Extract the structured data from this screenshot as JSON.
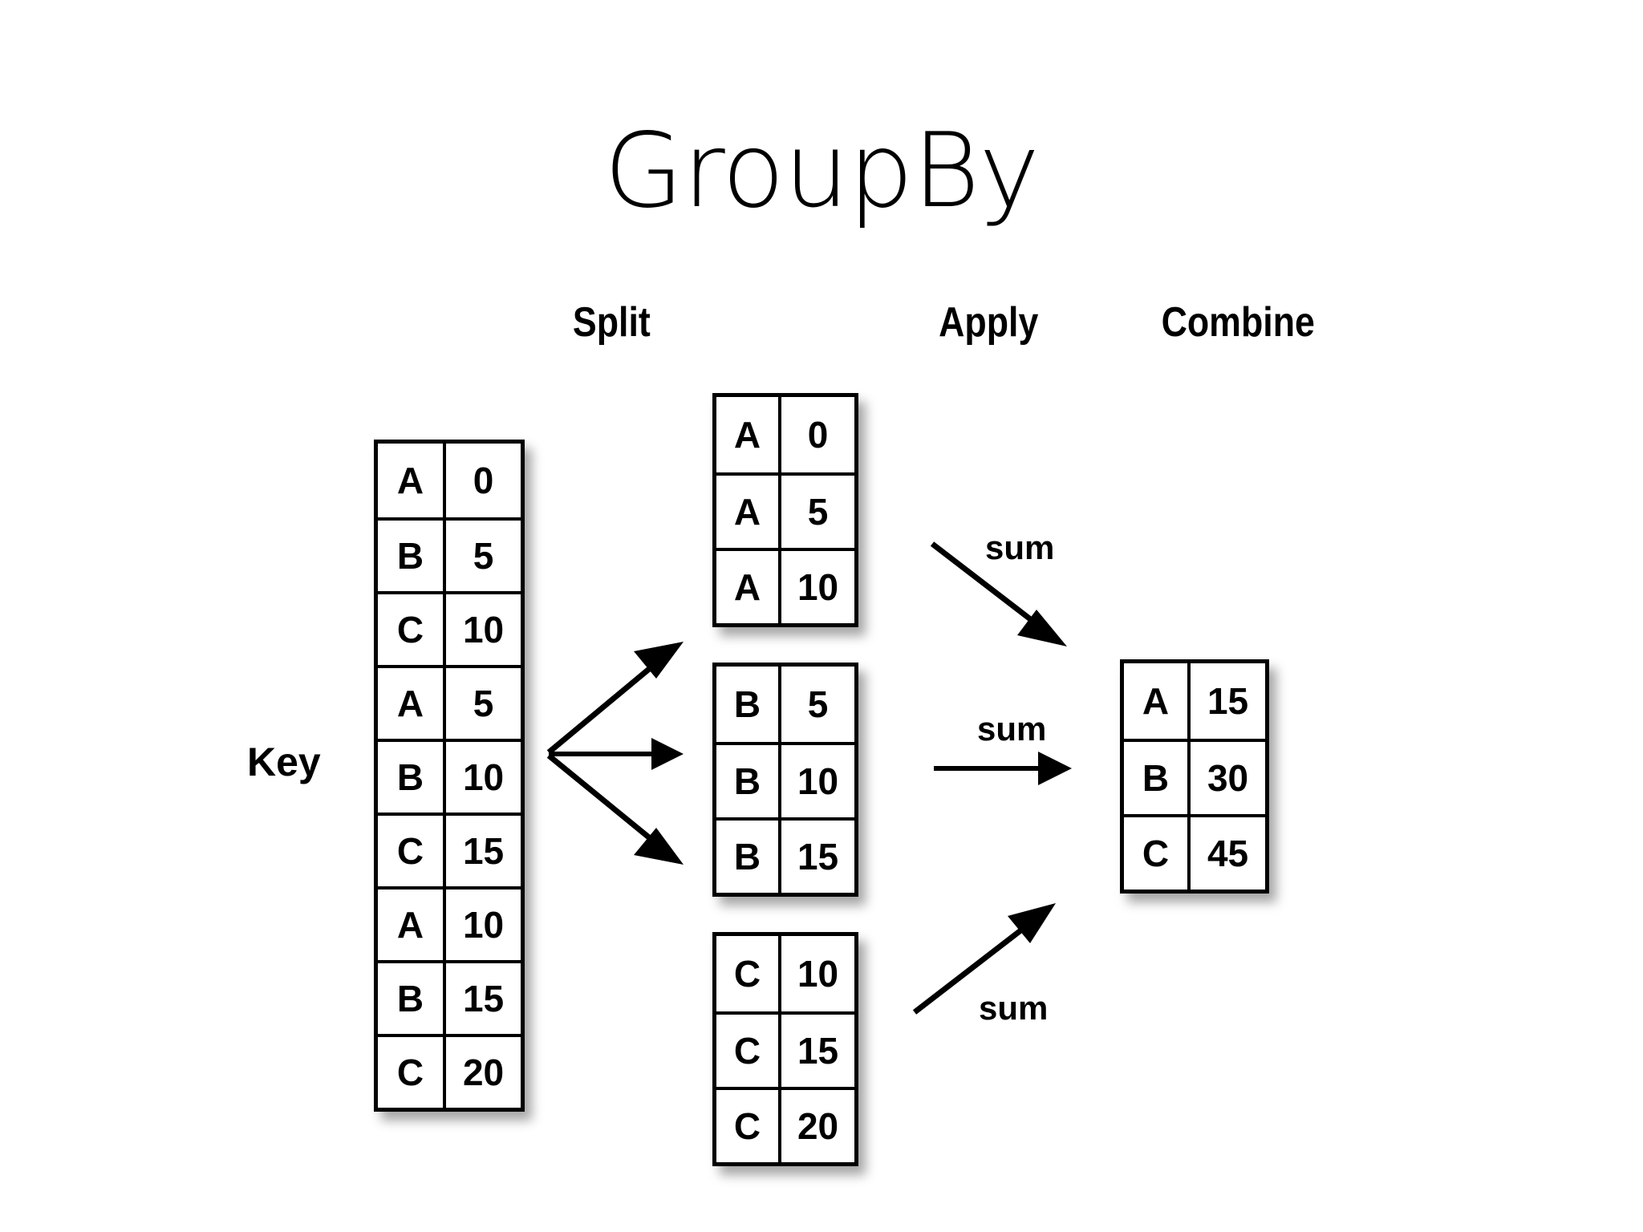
{
  "title": "GroupBy",
  "stages": {
    "split": "Split",
    "apply": "Apply",
    "combine": "Combine"
  },
  "key_label": "Key",
  "source_table": {
    "name": "key-table",
    "rows": [
      {
        "key": "A",
        "value": "0"
      },
      {
        "key": "B",
        "value": "5"
      },
      {
        "key": "C",
        "value": "10"
      },
      {
        "key": "A",
        "value": "5"
      },
      {
        "key": "B",
        "value": "10"
      },
      {
        "key": "C",
        "value": "15"
      },
      {
        "key": "A",
        "value": "10"
      },
      {
        "key": "B",
        "value": "15"
      },
      {
        "key": "C",
        "value": "20"
      }
    ]
  },
  "groups": [
    {
      "name": "group-a",
      "rows": [
        {
          "key": "A",
          "value": "0"
        },
        {
          "key": "A",
          "value": "5"
        },
        {
          "key": "A",
          "value": "10"
        }
      ]
    },
    {
      "name": "group-b",
      "rows": [
        {
          "key": "B",
          "value": "5"
        },
        {
          "key": "B",
          "value": "10"
        },
        {
          "key": "B",
          "value": "15"
        }
      ]
    },
    {
      "name": "group-c",
      "rows": [
        {
          "key": "C",
          "value": "10"
        },
        {
          "key": "C",
          "value": "15"
        },
        {
          "key": "C",
          "value": "20"
        }
      ]
    }
  ],
  "result_table": {
    "name": "combine-table",
    "rows": [
      {
        "key": "A",
        "value": "15"
      },
      {
        "key": "B",
        "value": "30"
      },
      {
        "key": "C",
        "value": "45"
      }
    ]
  },
  "apply_labels": {
    "top": "sum",
    "middle": "sum",
    "bottom": "sum"
  },
  "colors": {
    "background": "#ffffff",
    "stroke": "#000000",
    "text": "#000000"
  }
}
